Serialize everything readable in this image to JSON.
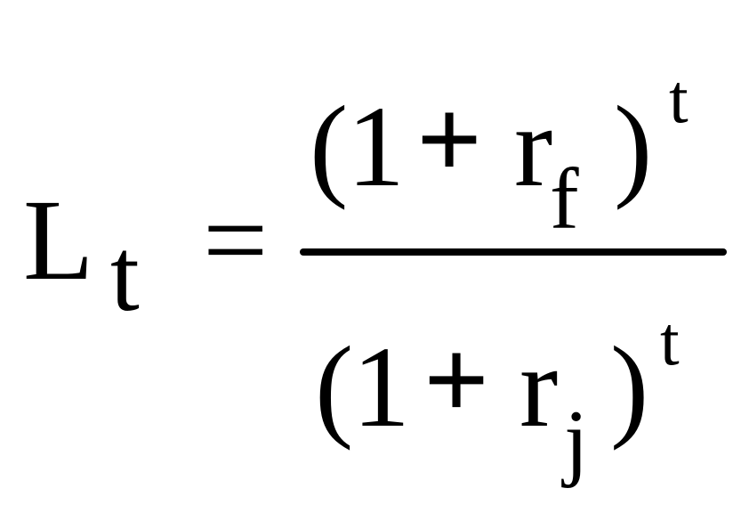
{
  "formula": {
    "lhs": {
      "symbol": "L",
      "subscript": "t"
    },
    "equals": "=",
    "numerator": {
      "open_paren": "(",
      "one": "1",
      "plus": "+",
      "rate": "r",
      "rate_subscript": "f",
      "close_paren": ")",
      "exponent": "t"
    },
    "denominator": {
      "open_paren": "(",
      "one": "1",
      "plus": "+",
      "rate": "r",
      "rate_subscript": "j",
      "close_paren": ")",
      "exponent": "t"
    }
  }
}
